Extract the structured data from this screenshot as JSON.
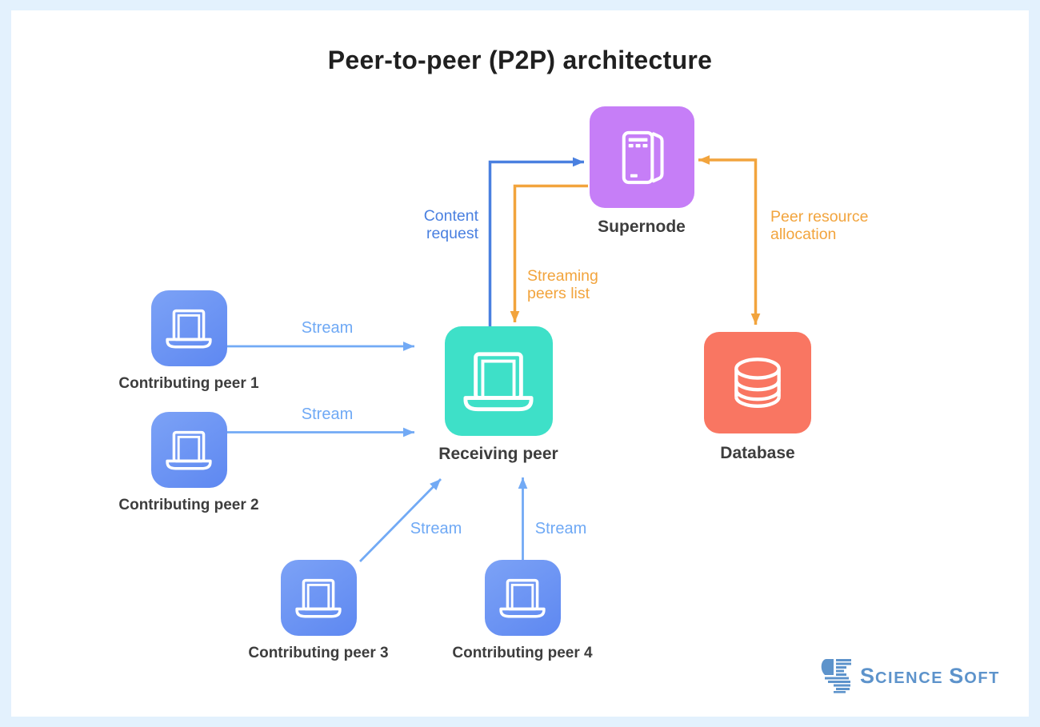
{
  "title": "Peer-to-peer (P2P) architecture",
  "colors": {
    "frame_background": "#e3f1fd",
    "panel_background": "#ffffff",
    "supernode_purple": "#c67ef7",
    "receiving_teal": "#3ee0c8",
    "database_coral": "#f97662",
    "peer_blue": "#6590f3",
    "request_arrow_blue": "#4a80e0",
    "orange_arrow": "#f2a43d",
    "stream_arrow_blue": "#72aaf5",
    "node_label_color": "#3d3d3d",
    "logo_blue": "#5d93cb"
  },
  "nodes": {
    "supernode": {
      "label": "Supernode",
      "icon": "server-tower-icon",
      "color": "#c67ef7"
    },
    "receiving_peer": {
      "label": "Receiving peer",
      "icon": "laptop-icon",
      "color": "#3ee0c8"
    },
    "database": {
      "label": "Database",
      "icon": "database-icon",
      "color": "#f97662"
    },
    "peer1": {
      "label": "Contributing peer 1",
      "icon": "laptop-icon",
      "color": "#6590f3"
    },
    "peer2": {
      "label": "Contributing peer 2",
      "icon": "laptop-icon",
      "color": "#6590f3"
    },
    "peer3": {
      "label": "Contributing peer 3",
      "icon": "laptop-icon",
      "color": "#6590f3"
    },
    "peer4": {
      "label": "Contributing peer 4",
      "icon": "laptop-icon",
      "color": "#6590f3"
    }
  },
  "arrows": {
    "content_request": {
      "line1": "Content",
      "line2": "request",
      "from": "receiving_peer",
      "to": "supernode",
      "color": "#4a80e0"
    },
    "streaming_peers_list": {
      "line1": "Streaming",
      "line2": "peers list",
      "from": "supernode",
      "to": "receiving_peer",
      "color": "#f2a43d"
    },
    "peer_resource_allocation": {
      "line1": "Peer resource",
      "line2": "allocation",
      "from": "database",
      "to": "supernode",
      "double_headed": true,
      "color": "#f2a43d"
    },
    "stream1": {
      "label": "Stream",
      "from": "peer1",
      "to": "receiving_peer",
      "color": "#72aaf5"
    },
    "stream2": {
      "label": "Stream",
      "from": "peer2",
      "to": "receiving_peer",
      "color": "#72aaf5"
    },
    "stream3": {
      "label": "Stream",
      "from": "peer3",
      "to": "receiving_peer",
      "color": "#72aaf5"
    },
    "stream4": {
      "label": "Stream",
      "from": "peer4",
      "to": "receiving_peer",
      "color": "#72aaf5"
    }
  },
  "logo": {
    "name": "ScienceSoft",
    "cap1": "S",
    "small1": "CIENCE",
    "cap2": "S",
    "small2": "OFT"
  }
}
